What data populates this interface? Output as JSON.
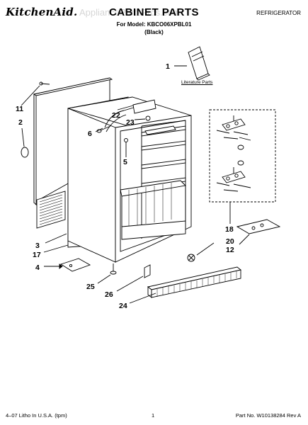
{
  "header": {
    "brand": "KitchenAid.",
    "title": "CABINET PARTS",
    "category": "REFRIGERATOR",
    "model_line": "For Model: KBCO06XPBL01",
    "color_line": "(Black)",
    "watermark": "AppliancePartsPros.com"
  },
  "diagram": {
    "literature_label": "Literature Parts",
    "callouts": {
      "c1": "1",
      "c2": "2",
      "c3": "3",
      "c4": "4",
      "c5": "5",
      "c6": "6",
      "c11": "11",
      "c12": "12",
      "c17": "17",
      "c18": "18",
      "c20": "20",
      "c22": "22",
      "c23": "23",
      "c24": "24",
      "c25": "25",
      "c26": "26"
    }
  },
  "footer": {
    "left": "4–07 Litho In U.S.A. (tpm)",
    "page": "1",
    "part_no": "Part No. W10138284 Rev A"
  }
}
